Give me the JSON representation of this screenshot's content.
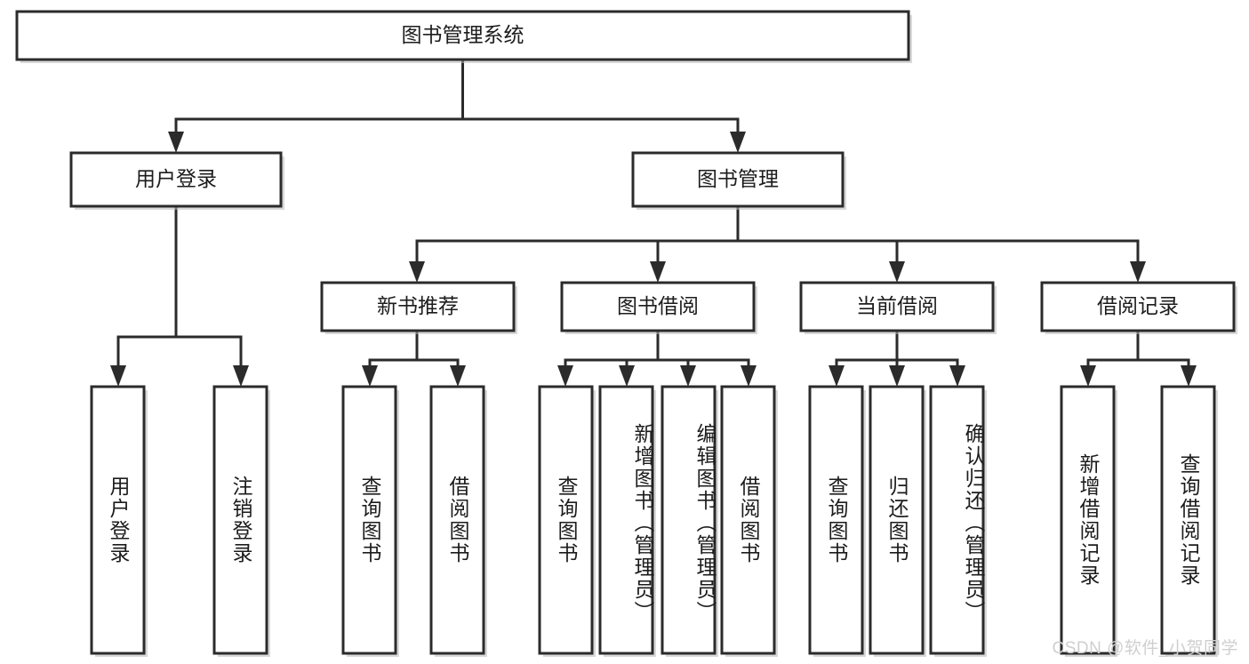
{
  "diagram": {
    "type": "tree-hierarchy-chart",
    "title_text": "图书管理系统",
    "orientation": "top-down",
    "colors": {
      "box_stroke": "#2b2b2b",
      "box_fill": "#ffffff",
      "connector": "#2b2b2b",
      "text": "#1c1c1c",
      "watermark": "#cfcfcf",
      "background": "#ffffff"
    }
  },
  "root": {
    "label": "图书管理系统"
  },
  "level2": [
    {
      "label": "用户登录"
    },
    {
      "label": "图书管理"
    }
  ],
  "level3": [
    {
      "label": "新书推荐"
    },
    {
      "label": "图书借阅"
    },
    {
      "label": "当前借阅"
    },
    {
      "label": "借阅记录"
    }
  ],
  "leaves": {
    "user_login": [
      {
        "label": "用户登录"
      },
      {
        "label": "注销登录"
      }
    ],
    "new_book_recommend": [
      {
        "label": "查询图书"
      },
      {
        "label": "借阅图书"
      }
    ],
    "book_borrow": [
      {
        "label": "查询图书"
      },
      {
        "label": "新增图书（管理员）"
      },
      {
        "label": "编辑图书（管理员）"
      },
      {
        "label": "借阅图书"
      }
    ],
    "current_borrow": [
      {
        "label": "查询图书"
      },
      {
        "label": "归还图书"
      },
      {
        "label": "确认归还（管理员）"
      }
    ],
    "borrow_record": [
      {
        "label": "新增借阅记录"
      },
      {
        "label": "查询借阅记录"
      }
    ]
  },
  "watermark": {
    "text": "CSDN @软件_小贺同学"
  }
}
